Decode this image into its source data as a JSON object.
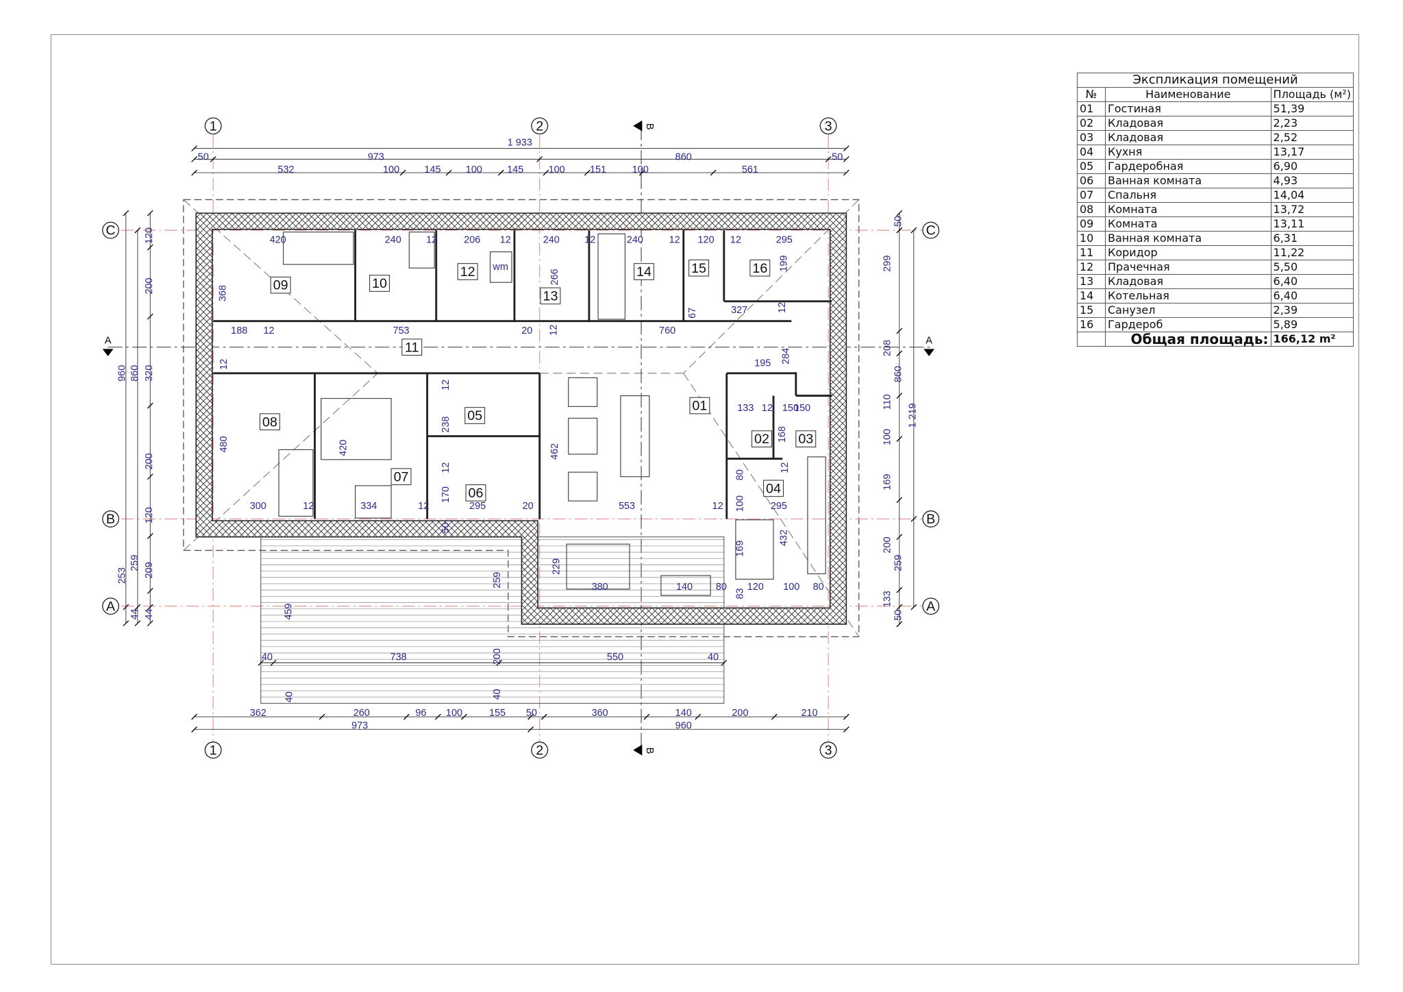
{
  "explication": {
    "title": "Экспликация помещений",
    "headers": {
      "num": "№",
      "name": "Наименование",
      "area": "Площадь (м²)"
    },
    "rows": [
      {
        "num": "01",
        "name": "Гостиная",
        "area": "51,39"
      },
      {
        "num": "02",
        "name": "Кладовая",
        "area": "2,23"
      },
      {
        "num": "03",
        "name": "Кладовая",
        "area": "2,52"
      },
      {
        "num": "04",
        "name": "Кухня",
        "area": "13,17"
      },
      {
        "num": "05",
        "name": "Гардеробная",
        "area": "6,90"
      },
      {
        "num": "06",
        "name": "Ванная комната",
        "area": "4,93"
      },
      {
        "num": "07",
        "name": "Спальня",
        "area": "14,04"
      },
      {
        "num": "08",
        "name": "Комната",
        "area": "13,72"
      },
      {
        "num": "09",
        "name": "Комната",
        "area": "13,11"
      },
      {
        "num": "10",
        "name": "Ванная комната",
        "area": "6,31"
      },
      {
        "num": "11",
        "name": "Коридор",
        "area": "11,22"
      },
      {
        "num": "12",
        "name": "Прачечная",
        "area": "5,50"
      },
      {
        "num": "13",
        "name": "Кладовая",
        "area": "6,40"
      },
      {
        "num": "14",
        "name": "Котельная",
        "area": "6,40"
      },
      {
        "num": "15",
        "name": "Санузел",
        "area": "2,39"
      },
      {
        "num": "16",
        "name": "Гардероб",
        "area": "5,89"
      }
    ],
    "total_label": "Общая площадь:",
    "total_value": "166,12 m²"
  },
  "plan": {
    "axes_vertical": [
      "1",
      "2",
      "3"
    ],
    "axes_horizontal": [
      "C",
      "B",
      "A"
    ],
    "section_marks": [
      "A",
      "A",
      "B",
      "B"
    ],
    "room_labels": [
      "01",
      "02",
      "03",
      "04",
      "05",
      "06",
      "07",
      "08",
      "09",
      "10",
      "11",
      "12",
      "13",
      "14",
      "15",
      "16"
    ],
    "dimensions_top": [
      "1 933",
      "50",
      "973",
      "860",
      "50",
      "532",
      "100",
      "145",
      "100",
      "145",
      "100",
      "151",
      "100",
      "561"
    ],
    "dimensions_bottom": [
      "362",
      "260",
      "96",
      "100",
      "155",
      "50",
      "360",
      "140",
      "200",
      "210",
      "973",
      "960"
    ],
    "dimensions_terrace": [
      "40",
      "738",
      "200",
      "550",
      "40",
      "40",
      "40",
      "459",
      "259",
      "229"
    ],
    "dimensions_left": [
      "960",
      "860",
      "320",
      "120",
      "200",
      "200",
      "120",
      "253",
      "259",
      "209",
      "44",
      "44"
    ],
    "dimensions_right": [
      "50",
      "299",
      "208",
      "110",
      "100",
      "169",
      "200",
      "133",
      "50",
      "860",
      "1 219",
      "259"
    ],
    "dimensions_interior": [
      "420",
      "240",
      "12",
      "206",
      "12",
      "240",
      "12",
      "240",
      "12",
      "120",
      "12",
      "295",
      "368",
      "188",
      "12",
      "753",
      "20",
      "12",
      "760",
      "67",
      "327",
      "12",
      "150",
      "284",
      "195",
      "12",
      "238",
      "12",
      "462",
      "133",
      "12",
      "150",
      "168",
      "480",
      "420",
      "12",
      "80",
      "12",
      "170",
      "100",
      "169",
      "432",
      "300",
      "12",
      "334",
      "12",
      "50",
      "295",
      "20",
      "553",
      "12",
      "295",
      "380",
      "140",
      "80",
      "83",
      "120",
      "100",
      "80",
      "266",
      "199"
    ],
    "appliance_label": "wm"
  }
}
